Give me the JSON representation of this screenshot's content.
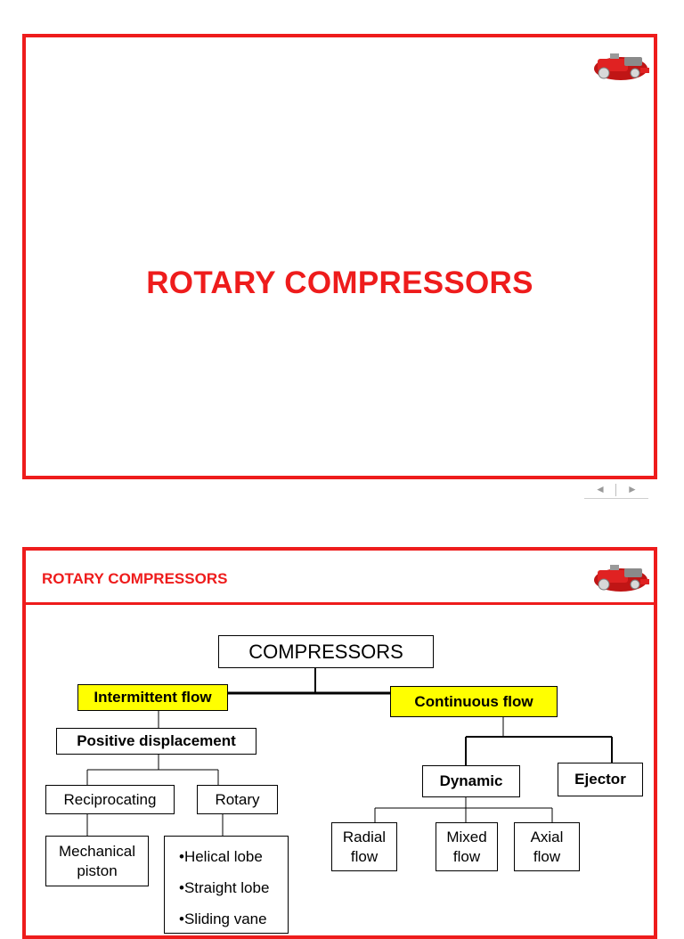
{
  "slide1": {
    "title": "ROTARY COMPRESSORS",
    "logo_icon": "compressor-illustration",
    "nav": {
      "prev": "◄",
      "next": "►"
    }
  },
  "slide2": {
    "header": "ROTARY COMPRESSORS",
    "logo_icon": "compressor-illustration",
    "diagram": {
      "root": "COMPRESSORS",
      "intermittent": "Intermittent flow",
      "continuous": "Continuous flow",
      "positive": "Positive displacement",
      "reciprocating": "Reciprocating",
      "rotary": "Rotary",
      "mechanical_piston": "Mechanical piston",
      "rotary_types": [
        "•Helical lobe",
        "•Straight lobe",
        "•Sliding vane"
      ],
      "dynamic": "Dynamic",
      "ejector": "Ejector",
      "radial": "Radial flow",
      "mixed": "Mixed flow",
      "axial": "Axial flow"
    }
  },
  "colors": {
    "accent": "#ee1c1c",
    "highlight": "#ffff00"
  }
}
